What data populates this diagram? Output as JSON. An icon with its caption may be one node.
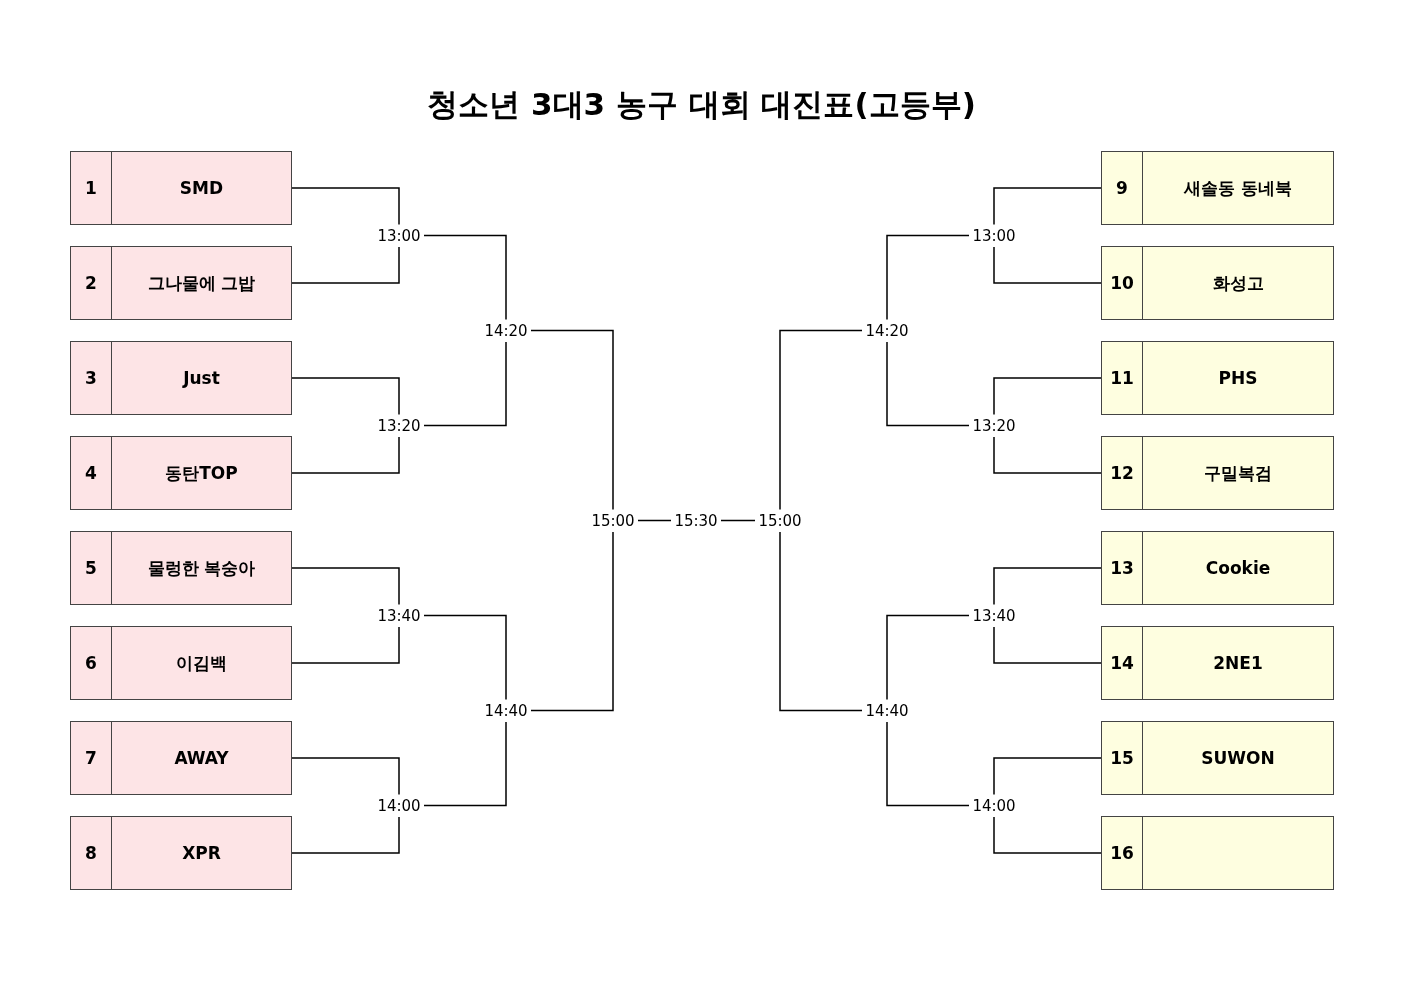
{
  "diagram": {
    "title": "청소년 3대3 농구 대회 대진표(고등부)",
    "nodes": [
      {
        "text": [
          "1",
          "SMD"
        ]
      },
      {
        "text": [
          "2",
          "그나물에 그밥"
        ]
      },
      {
        "text": [
          "3",
          "Just"
        ]
      },
      {
        "text": [
          "4",
          "동탄TOP"
        ]
      },
      {
        "text": [
          "5",
          "물렁한 복숭아"
        ]
      },
      {
        "text": [
          "6",
          "이김백"
        ]
      },
      {
        "text": [
          "7",
          "AWAY"
        ]
      },
      {
        "text": [
          "8",
          "XPR"
        ]
      },
      {
        "text": [
          "9",
          "새솔동 동네북"
        ]
      },
      {
        "text": [
          "10",
          "화성고"
        ]
      },
      {
        "text": [
          "11",
          "PHS"
        ]
      },
      {
        "text": [
          "12",
          "구밀복검"
        ]
      },
      {
        "text": [
          "13",
          "Cookie"
        ]
      },
      {
        "text": [
          "14",
          "2NE1"
        ]
      },
      {
        "text": [
          "15",
          "SUWON"
        ]
      },
      {
        "text": [
          "16"
        ]
      },
      {
        "text": [
          "13:00"
        ]
      },
      {
        "text": [
          "13:20"
        ]
      },
      {
        "text": [
          "13:40"
        ]
      },
      {
        "text": [
          "14:00"
        ]
      },
      {
        "text": [
          "14:20"
        ]
      },
      {
        "text": [
          "14:40"
        ]
      },
      {
        "text": [
          "15:00"
        ]
      },
      {
        "text": [
          "15:30"
        ]
      },
      {
        "text": [
          "13:00"
        ]
      },
      {
        "text": [
          "13:20"
        ]
      },
      {
        "text": [
          "13:40"
        ]
      },
      {
        "text": [
          "14:00"
        ]
      },
      {
        "text": [
          "14:20"
        ]
      },
      {
        "text": [
          "14:40"
        ]
      },
      {
        "text": [
          "15:00"
        ]
      }
    ],
    "edges": [
      {
        "from": 0,
        "to": 16,
        "arrow": "none"
      },
      {
        "from": 1,
        "to": 16,
        "arrow": "none"
      },
      {
        "from": 2,
        "to": 17,
        "arrow": "none"
      },
      {
        "from": 3,
        "to": 17,
        "arrow": "none"
      },
      {
        "from": 4,
        "to": 18,
        "arrow": "none"
      },
      {
        "from": 5,
        "to": 18,
        "arrow": "none"
      },
      {
        "from": 6,
        "to": 19,
        "arrow": "none"
      },
      {
        "from": 7,
        "to": 19,
        "arrow": "none"
      },
      {
        "from": 16,
        "to": 20,
        "arrow": "none"
      },
      {
        "from": 17,
        "to": 20,
        "arrow": "none"
      },
      {
        "from": 18,
        "to": 21,
        "arrow": "none"
      },
      {
        "from": 19,
        "to": 21,
        "arrow": "none"
      },
      {
        "from": 20,
        "to": 22,
        "arrow": "none"
      },
      {
        "from": 21,
        "to": 22,
        "arrow": "none"
      },
      {
        "from": 22,
        "to": 23,
        "arrow": "none"
      },
      {
        "from": 8,
        "to": 24,
        "arrow": "none"
      },
      {
        "from": 9,
        "to": 24,
        "arrow": "none"
      },
      {
        "from": 10,
        "to": 25,
        "arrow": "none"
      },
      {
        "from": 11,
        "to": 25,
        "arrow": "none"
      },
      {
        "from": 12,
        "to": 26,
        "arrow": "none"
      },
      {
        "from": 13,
        "to": 26,
        "arrow": "none"
      },
      {
        "from": 14,
        "to": 27,
        "arrow": "none"
      },
      {
        "from": 15,
        "to": 27,
        "arrow": "none"
      },
      {
        "from": 24,
        "to": 28,
        "arrow": "none"
      },
      {
        "from": 25,
        "to": 28,
        "arrow": "none"
      },
      {
        "from": 26,
        "to": 29,
        "arrow": "none"
      },
      {
        "from": 27,
        "to": 29,
        "arrow": "none"
      },
      {
        "from": 28,
        "to": 30,
        "arrow": "none"
      },
      {
        "from": 29,
        "to": 30,
        "arrow": "none"
      },
      {
        "from": 30,
        "to": 23,
        "arrow": "none"
      }
    ]
  }
}
